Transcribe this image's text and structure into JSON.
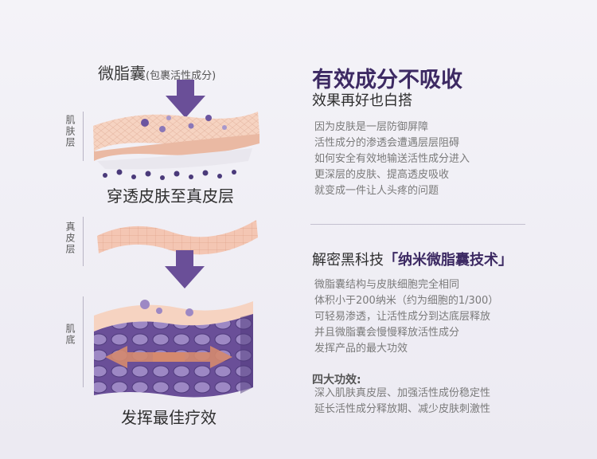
{
  "left": {
    "capsule_title": "微脂囊",
    "capsule_subtitle": "(包裹活性成分)",
    "skin_label": "肌肤层",
    "dermis_label": "真皮层",
    "base_label": "肌底",
    "caption1": "穿透皮肤至真皮层",
    "caption2": "发挥最佳疗效"
  },
  "right": {
    "title": "有效成分不吸收",
    "subtitle": "效果再好也白搭",
    "para1": [
      "因为皮肤是一层防御屏障",
      "活性成分的渗透会遭遇层层阻碍",
      "如何安全有效地输送活性成分进入",
      "更深层的皮肤、提高透皮吸收",
      "就变成一件让人头疼的问题"
    ],
    "section2_prefix": "解密黑科技",
    "section2_accent": "「纳米微脂囊技术」",
    "para2": [
      "微脂囊结构与皮肤细胞完全相同",
      "体积小于200纳米（约为细胞的1/300）",
      "可轻易渗透，让活性成分到达底层释放",
      "并且微脂囊会慢慢释放活性成分",
      "发挥产品的最大功效"
    ],
    "section3_title": "四大功效:",
    "para3": [
      "深入肌肤真皮层、加强活性成份稳定性",
      "延长活性成分释放期、减少皮肤刺激性"
    ]
  },
  "colors": {
    "accent": "#3d2a63",
    "arrow": "#6a4f98",
    "skin": "#f6d3c1"
  }
}
